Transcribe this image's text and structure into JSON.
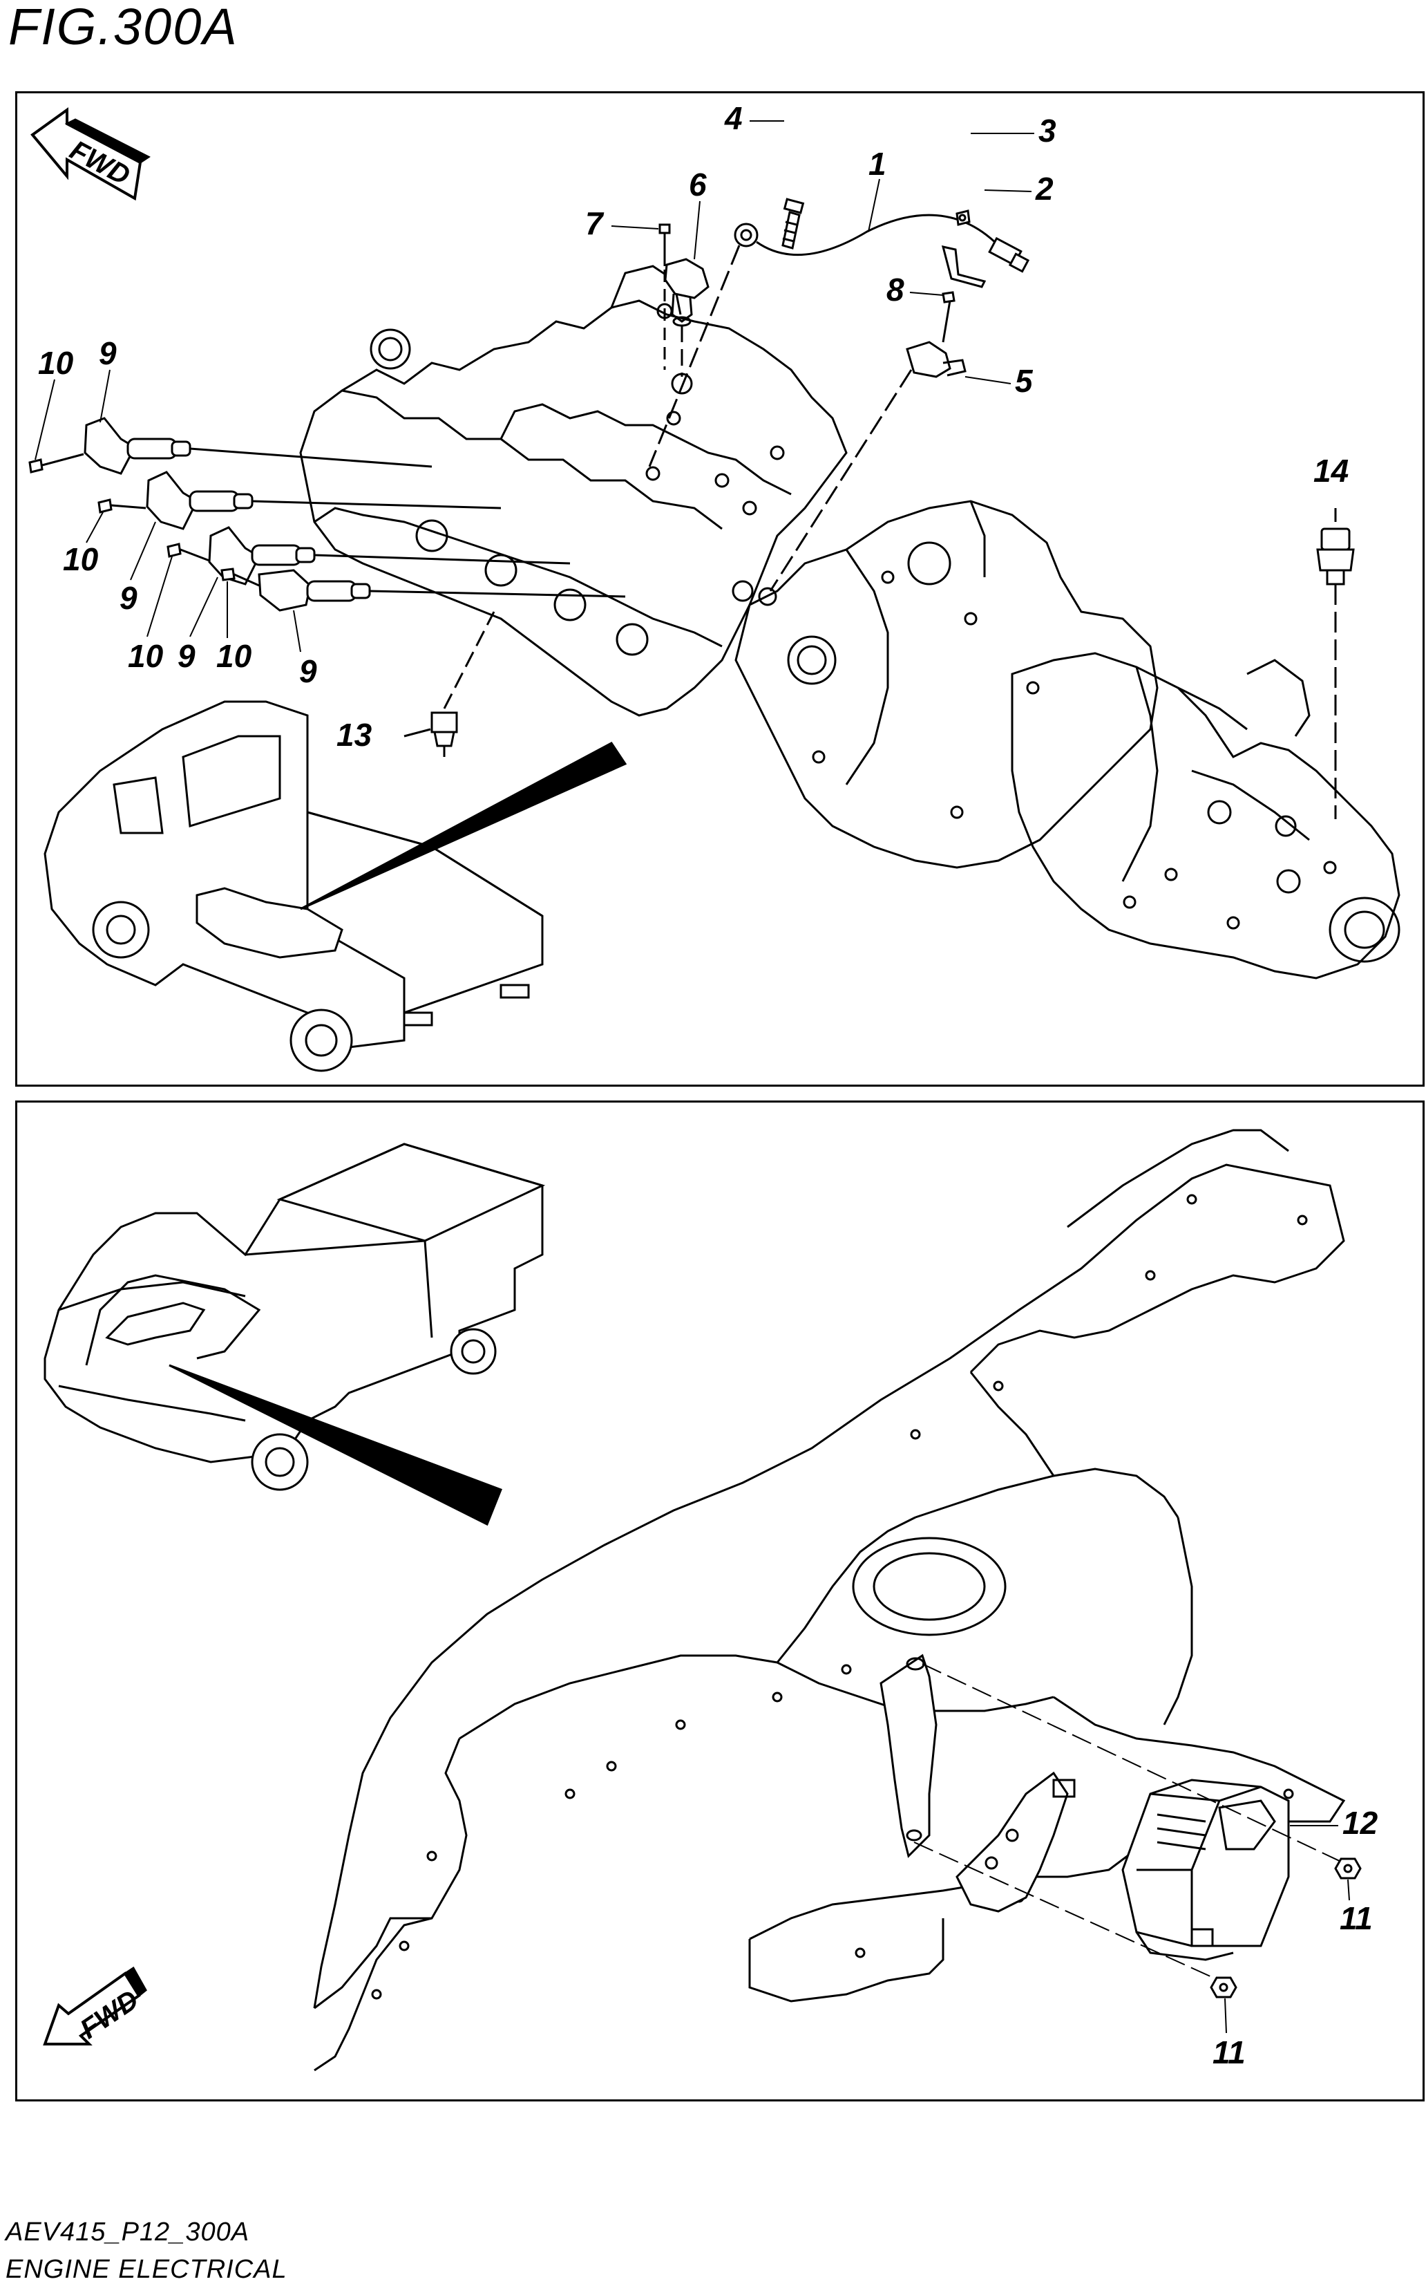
{
  "figure": {
    "title": "FIG.300A",
    "drawing_code": "AEV415_P12_300A",
    "section_name": "ENGINE ELECTRICAL"
  },
  "top_panel": {
    "fwd_label": "FWD",
    "callouts": [
      "1",
      "2",
      "3",
      "4",
      "5",
      "6",
      "7",
      "8",
      "9",
      "9",
      "9",
      "9",
      "10",
      "10",
      "10",
      "10",
      "13",
      "14"
    ]
  },
  "bottom_panel": {
    "fwd_label": "FWD",
    "callouts": [
      "11",
      "11",
      "12"
    ]
  },
  "colors": {
    "line": "#000000",
    "background": "#ffffff"
  }
}
